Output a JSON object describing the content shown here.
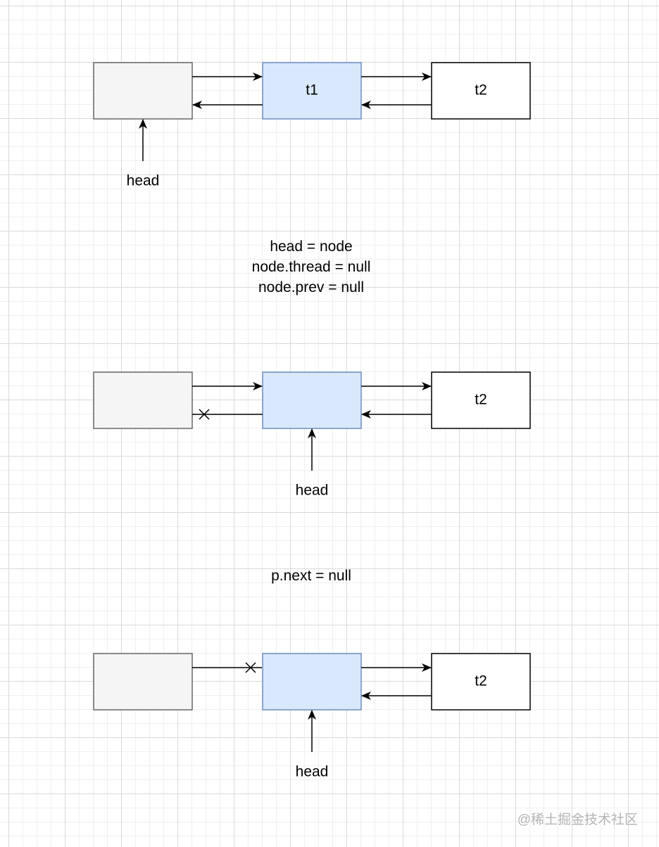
{
  "diagram": {
    "panel1": {
      "middle_label": "t1",
      "right_label": "t2",
      "pointer_label": "head"
    },
    "caption1": [
      "head = node",
      "node.thread = null",
      "node.prev = null"
    ],
    "panel2": {
      "middle_label": "",
      "right_label": "t2",
      "pointer_label": "head"
    },
    "caption2": [
      "p.next = null"
    ],
    "panel3": {
      "middle_label": "",
      "right_label": "t2",
      "pointer_label": "head"
    }
  },
  "watermark": "@稀土掘金技术社区",
  "colors": {
    "gray_node_fill": "#f5f5f5",
    "gray_node_stroke": "#666666",
    "blue_node_fill": "#dae8fc",
    "blue_node_stroke": "#6c8ebf",
    "white_node_fill": "#ffffff",
    "white_node_stroke": "#000000"
  }
}
